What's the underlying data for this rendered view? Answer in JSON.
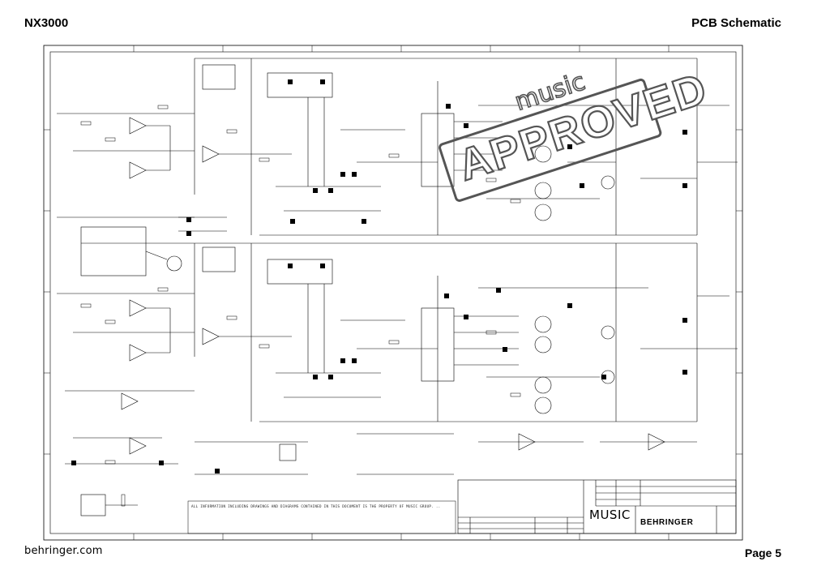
{
  "header": {
    "model": "NX3000",
    "doc_type": "PCB Schematic"
  },
  "footer": {
    "brand": "behringer.com",
    "page": "Page 5"
  },
  "stamp": {
    "top_word": "music",
    "main_word": "APPROVED"
  },
  "notice_text": "ALL INFORMATION INCLUDING DRAWINGS AND DIAGRAMS CONTAINED IN THIS DOCUMENT IS THE PROPERTY OF MUSIC GROUP. ..",
  "title_block": {
    "company_logo": "MUSIC",
    "brand_logo": "BEHRINGER"
  },
  "colors": {
    "ink": "#000000",
    "stamp": "#555555"
  }
}
